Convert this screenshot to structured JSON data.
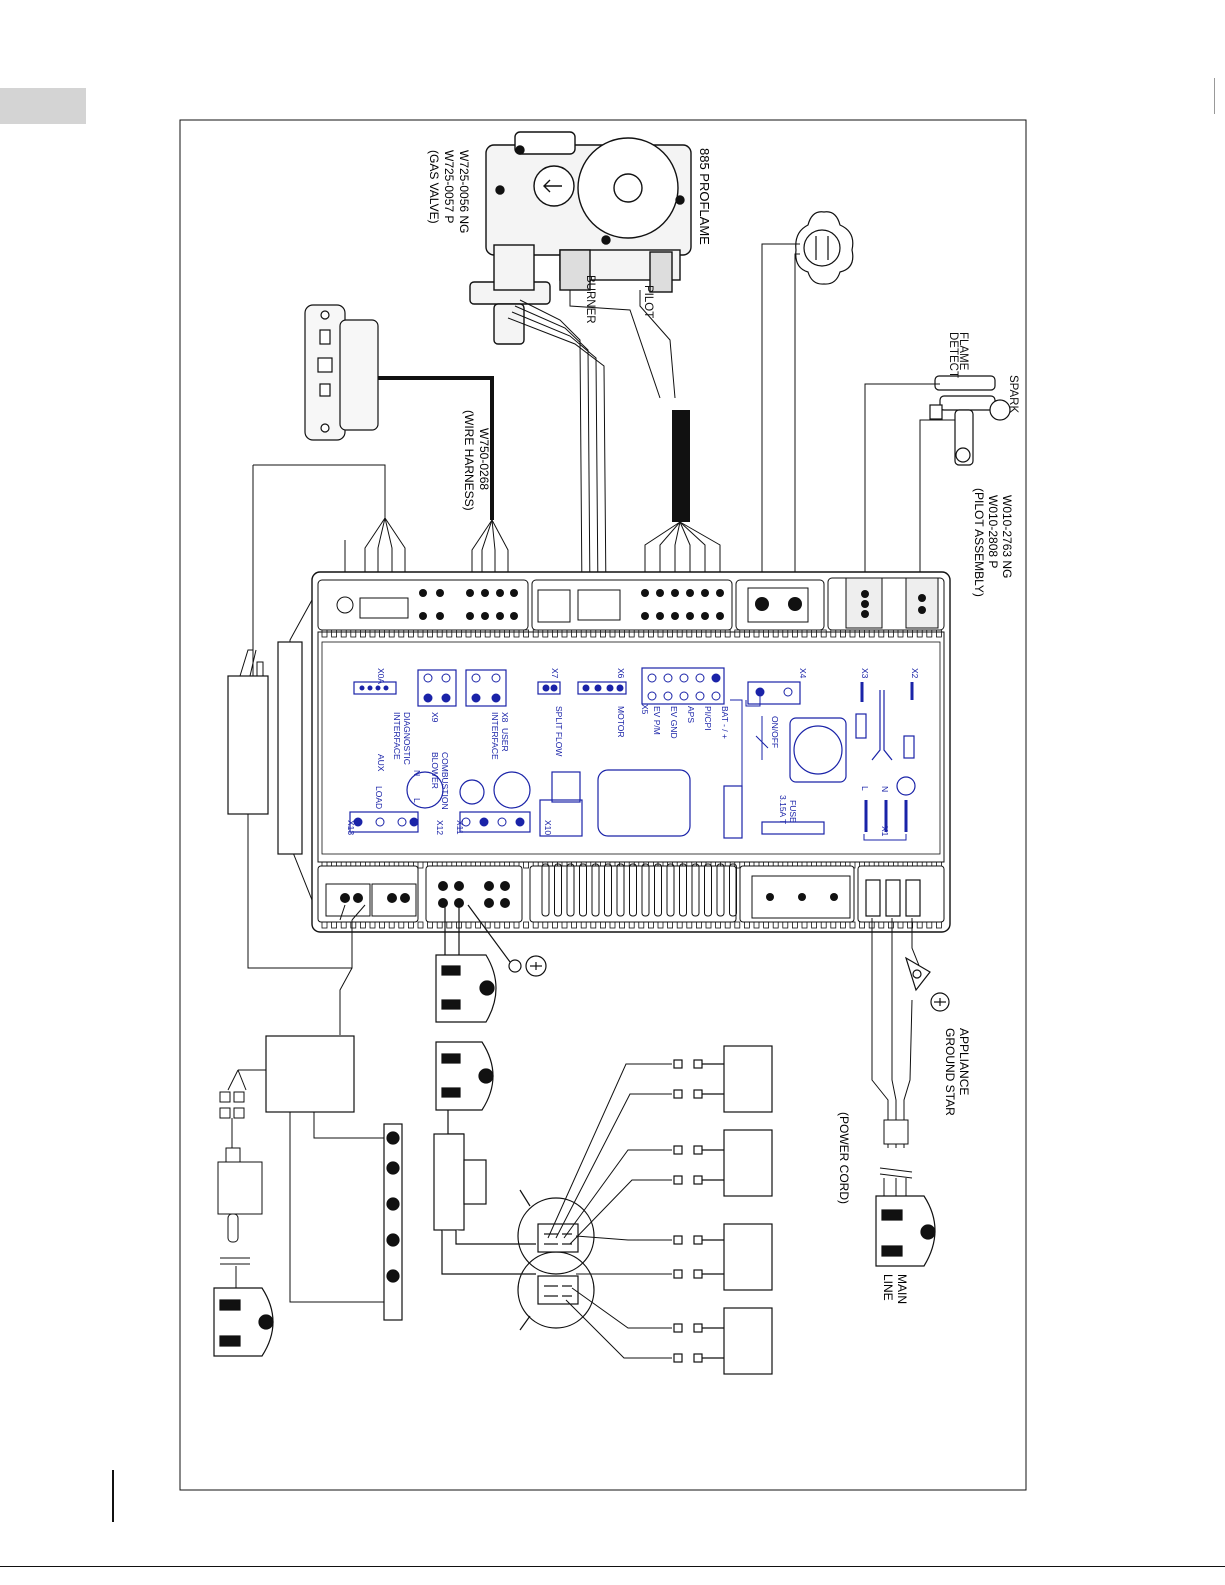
{
  "page": {
    "section_tab": ""
  },
  "labels": {
    "gas_valve_model": "885 PROFLAME",
    "gas_valve_ng": "W725-0056 NG",
    "gas_valve_p": "W725-0057 P",
    "gas_valve_desc": "(GAS VALVE)",
    "harness_part": "W750-0268",
    "harness_desc": "(WIRE HARNESS)",
    "pilot_ng": "W010-2763 NG",
    "pilot_p": "W010-2808 P",
    "pilot_desc": "(PILOT ASSEMBLY)",
    "spark": "SPARK",
    "flame_detect_1": "FLAME",
    "flame_detect_2": "DETECT",
    "burner": "BURNER",
    "pilot": "PILOT",
    "ground_star_1": "APPLIANCE",
    "ground_star_2": "GROUND STAR",
    "power_cord": "(POWER CORD)",
    "main_line_1": "MAIN",
    "main_line_2": "LINE"
  },
  "board": {
    "x2": "X2",
    "x3": "X3",
    "x4": "X4",
    "x5": "X5",
    "x6": "X6",
    "x7": "X7",
    "x8": "X8",
    "x9": "X9",
    "x0a": "X0A",
    "x1": "X1",
    "x10": "X10",
    "x11": "X11",
    "x12": "X12",
    "x13": "X13",
    "on_off": "ON/OFF",
    "bat": "BAT - / +",
    "pi_cpi": "PI/CPI",
    "aps": "APS",
    "ev_gnd": "EV GND",
    "ev_pm": "EV P/M",
    "motor": "MOTOR",
    "split_flow": "SPLIT FLOW",
    "user_interface_1": "USER",
    "user_interface_2": "INTERFACE",
    "diag_interface_1": "DIAGNOSTIC",
    "diag_interface_2": "INTERFACE",
    "fuse_1": "FUSE",
    "fuse_2": "3.15A T",
    "combustion_1": "COMBUSTION",
    "combustion_2": "BLOWER",
    "aux": "AUX",
    "load": "LOAD",
    "n": "N",
    "l": "L",
    "l2": "L",
    "n2": "N"
  },
  "colors": {
    "board_print": "#1a23a8",
    "line": "#111111"
  }
}
